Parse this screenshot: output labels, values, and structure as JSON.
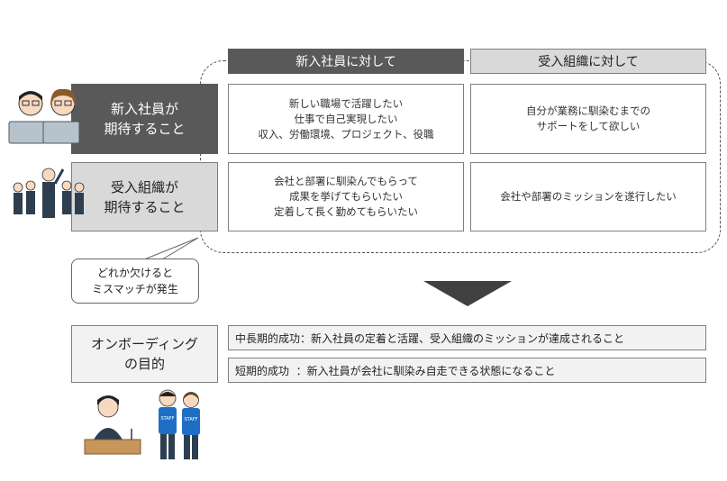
{
  "columns": {
    "newcomer": "新入社員に対して",
    "organization": "受入組織に対して"
  },
  "rows": [
    {
      "label": "新入社員が\n期待すること",
      "to_newcomer": "新しい職場で活躍したい\n仕事で自己実現したい\n収入、労働環境、プロジェクト、役職",
      "to_organization": "自分が業務に馴染むまでの\nサポートをして欲しい"
    },
    {
      "label": "受入組織が\n期待すること",
      "to_newcomer": "会社と部署に馴染んでもらって\n成果を挙げてもらいたい\n定着して長く勤めてもらいたい",
      "to_organization": "会社や部署のミッションを遂行したい"
    }
  ],
  "callout": "どれか欠けると\nミスマッチが発生",
  "purpose": {
    "label": "オンボーディング\nの目的",
    "items": [
      "中長期的成功：新入社員の定着と活躍、受入組織のミッションが達成されること",
      "短期的成功  ：新入社員が会社に馴染み自走できる状態になること"
    ]
  },
  "staff_badge": "STAFF"
}
